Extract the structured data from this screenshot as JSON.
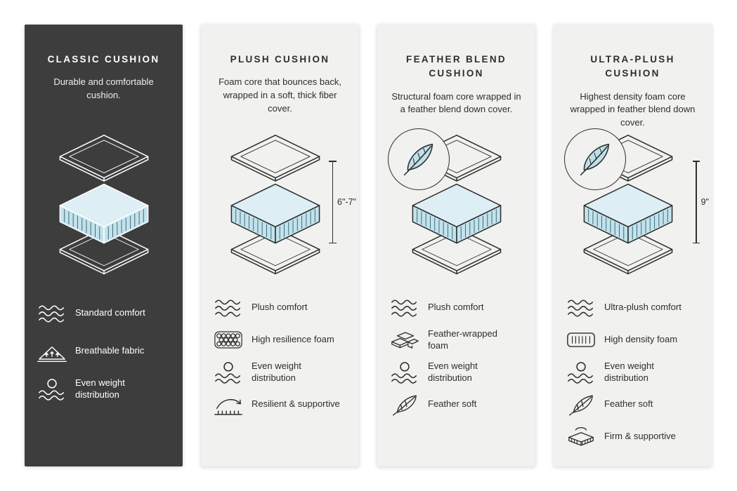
{
  "colors": {
    "page_bg": "#ffffff",
    "dark_card_bg": "#3d3d3d",
    "light_card_bg": "#f1f1ef",
    "text_dark": "#2b2b2b",
    "text_light": "#ffffff",
    "cushion_blue_top": "#ddeef4",
    "cushion_blue_side": "#c3e2ec",
    "feather_blue": "#bfe0ea"
  },
  "cards": [
    {
      "title": "CLASSIC CUSHION",
      "description": "Durable and comfortable cushion.",
      "theme": "dark",
      "feather_badge": false,
      "dimension": "",
      "features": [
        {
          "icon": "waves-icon",
          "label": "Standard comfort"
        },
        {
          "icon": "breathable-icon",
          "label": "Breathable fabric"
        },
        {
          "icon": "even-weight-icon",
          "label": "Even weight distribution"
        }
      ]
    },
    {
      "title": "PLUSH CUSHION",
      "description": "Foam core that bounces back, wrapped in a soft, thick fiber cover.",
      "theme": "light",
      "feather_badge": false,
      "dimension": "6\"-7\"",
      "features": [
        {
          "icon": "waves-icon",
          "label": "Plush comfort"
        },
        {
          "icon": "foam-bubbles-icon",
          "label": "High resilience foam"
        },
        {
          "icon": "even-weight-icon",
          "label": "Even weight distribution"
        },
        {
          "icon": "resilient-spring-icon",
          "label": "Resilient & supportive"
        }
      ]
    },
    {
      "title": "FEATHER BLEND CUSHION",
      "description": "Structural foam core wrapped in a feather blend down cover.",
      "theme": "light",
      "feather_badge": true,
      "dimension": "",
      "features": [
        {
          "icon": "waves-icon",
          "label": "Plush comfort"
        },
        {
          "icon": "feather-wrapped-foam-icon",
          "label": "Feather-wrapped foam"
        },
        {
          "icon": "even-weight-icon",
          "label": "Even weight distribution"
        },
        {
          "icon": "feather-icon",
          "label": "Feather soft"
        }
      ]
    },
    {
      "title": "ULTRA-PLUSH CUSHION",
      "description": "Highest density foam core wrapped in feather blend down cover.",
      "theme": "light",
      "feather_badge": true,
      "dimension": "9\"",
      "features": [
        {
          "icon": "waves-icon",
          "label": "Ultra-plush comfort"
        },
        {
          "icon": "high-density-foam-icon",
          "label": "High density foam"
        },
        {
          "icon": "even-weight-icon",
          "label": "Even weight distribution"
        },
        {
          "icon": "feather-icon",
          "label": "Feather soft"
        },
        {
          "icon": "firm-supportive-icon",
          "label": "Firm & supportive"
        }
      ]
    }
  ]
}
